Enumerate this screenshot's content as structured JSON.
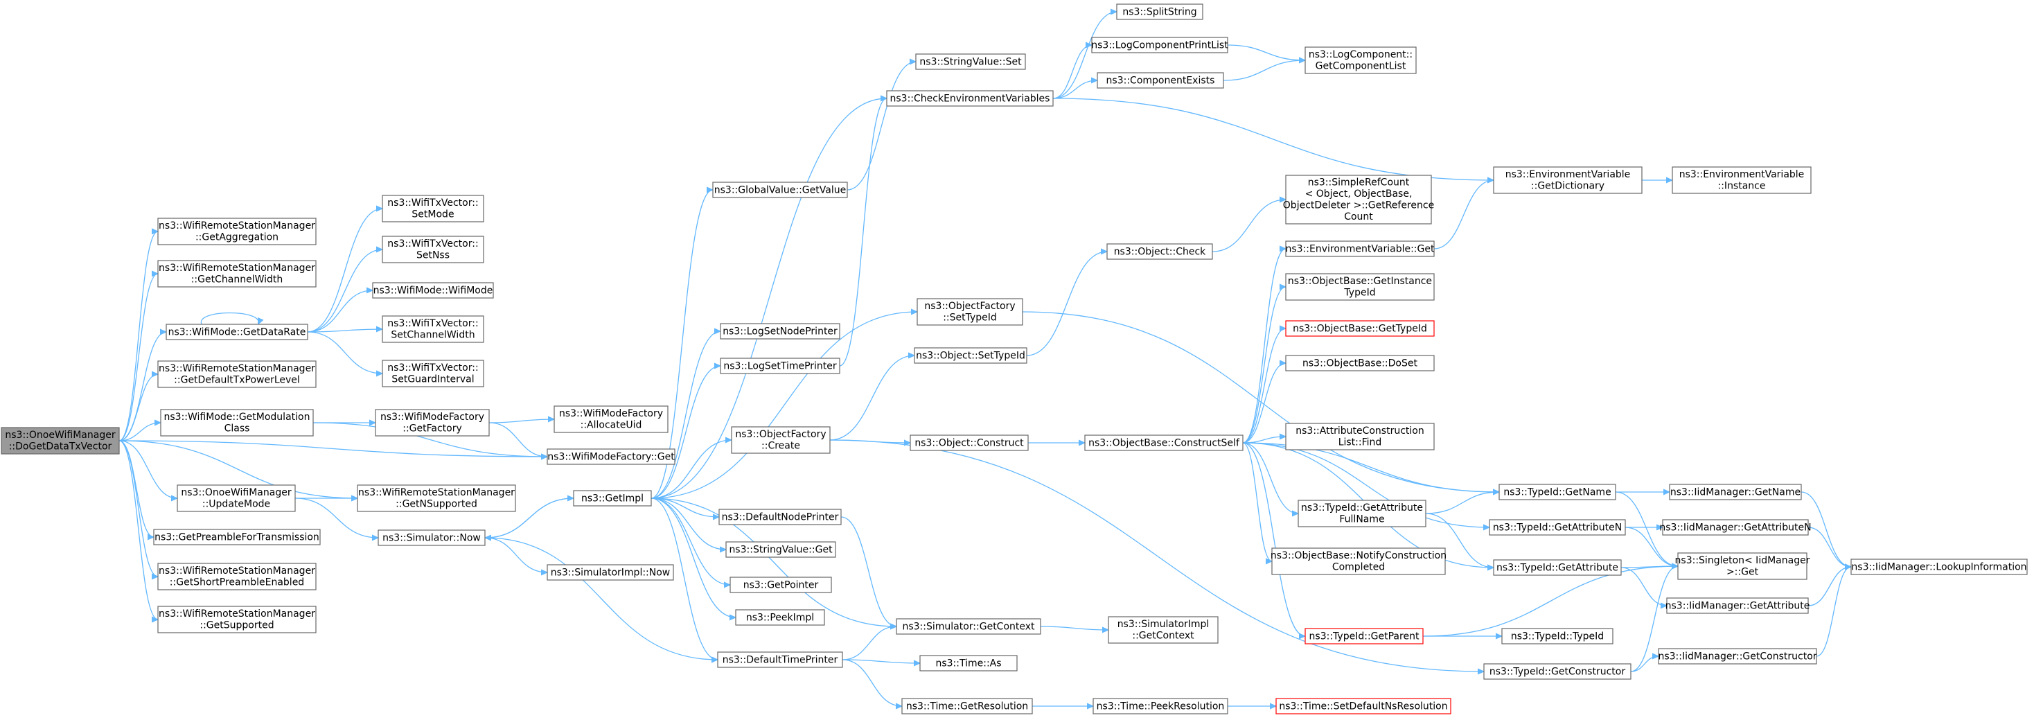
{
  "graph": {
    "colors": {
      "edge": "#63b8ff",
      "root_fill": "#999999",
      "border": "#666666",
      "highlight_border": "#ff0000"
    },
    "nodes": [
      {
        "id": "root",
        "lines": [
          "ns3::OnoeWifiManager",
          "::DoGetDataTxVector"
        ],
        "style": "root"
      },
      {
        "id": "wrsm_aggr",
        "lines": [
          "ns3::WifiRemoteStationManager",
          "::GetAggregation"
        ]
      },
      {
        "id": "wrsm_chw",
        "lines": [
          "ns3::WifiRemoteStationManager",
          "::GetChannelWidth"
        ]
      },
      {
        "id": "wm_rate",
        "lines": [
          "ns3::WifiMode::GetDataRate"
        ]
      },
      {
        "id": "wrsm_txpl",
        "lines": [
          "ns3::WifiRemoteStationManager",
          "::GetDefaultTxPowerLevel"
        ]
      },
      {
        "id": "wm_modclass",
        "lines": [
          "ns3::WifiMode::GetModulation",
          "Class"
        ]
      },
      {
        "id": "onoe_update",
        "lines": [
          "ns3::OnoeWifiManager",
          "::UpdateMode"
        ]
      },
      {
        "id": "preamble",
        "lines": [
          "ns3::GetPreambleForTransmission"
        ]
      },
      {
        "id": "wrsm_spe",
        "lines": [
          "ns3::WifiRemoteStationManager",
          "::GetShortPreambleEnabled"
        ]
      },
      {
        "id": "wrsm_sup",
        "lines": [
          "ns3::WifiRemoteStationManager",
          "::GetSupported"
        ]
      },
      {
        "id": "txv_setmode",
        "lines": [
          "ns3::WifiTxVector::",
          "SetMode"
        ]
      },
      {
        "id": "txv_setnss",
        "lines": [
          "ns3::WifiTxVector::",
          "SetNss"
        ]
      },
      {
        "id": "wm_wifimode",
        "lines": [
          "ns3::WifiMode::WifiMode"
        ]
      },
      {
        "id": "txv_setchw",
        "lines": [
          "ns3::WifiTxVector::",
          "SetChannelWidth"
        ]
      },
      {
        "id": "txv_setgi",
        "lines": [
          "ns3::WifiTxVector::",
          "SetGuardInterval"
        ]
      },
      {
        "id": "wmf_getfactory",
        "lines": [
          "ns3::WifiModeFactory",
          "::GetFactory"
        ]
      },
      {
        "id": "wmf_alloc",
        "lines": [
          "ns3::WifiModeFactory",
          "::AllocateUid"
        ]
      },
      {
        "id": "wmf_get",
        "lines": [
          "ns3::WifiModeFactory::Get"
        ]
      },
      {
        "id": "wrsm_getnsup",
        "lines": [
          "ns3::WifiRemoteStationManager",
          "::GetNSupported"
        ]
      },
      {
        "id": "sim_now",
        "lines": [
          "ns3::Simulator::Now"
        ]
      },
      {
        "id": "simimpl_now",
        "lines": [
          "ns3::SimulatorImpl::Now"
        ]
      },
      {
        "id": "getimpl",
        "lines": [
          "ns3::GetImpl"
        ]
      },
      {
        "id": "gv_getvalue",
        "lines": [
          "ns3::GlobalValue::GetValue"
        ]
      },
      {
        "id": "lognodeprinter",
        "lines": [
          "ns3::LogSetNodePrinter"
        ]
      },
      {
        "id": "logtimeprinter",
        "lines": [
          "ns3::LogSetTimePrinter"
        ]
      },
      {
        "id": "of_create",
        "lines": [
          "ns3::ObjectFactory",
          "::Create"
        ]
      },
      {
        "id": "defnodeprinter",
        "lines": [
          "ns3::DefaultNodePrinter"
        ]
      },
      {
        "id": "sv_get",
        "lines": [
          "ns3::StringValue::Get"
        ]
      },
      {
        "id": "getpointer",
        "lines": [
          "ns3::GetPointer"
        ]
      },
      {
        "id": "peekimpl",
        "lines": [
          "ns3::PeekImpl"
        ]
      },
      {
        "id": "deftimeprinter",
        "lines": [
          "ns3::DefaultTimePrinter"
        ]
      },
      {
        "id": "sv_set",
        "lines": [
          "ns3::StringValue::Set"
        ]
      },
      {
        "id": "checkenv",
        "lines": [
          "ns3::CheckEnvironmentVariables"
        ]
      },
      {
        "id": "of_settypeid",
        "lines": [
          "ns3::ObjectFactory",
          "::SetTypeId"
        ]
      },
      {
        "id": "obj_settypeid",
        "lines": [
          "ns3::Object::SetTypeId"
        ]
      },
      {
        "id": "obj_construct",
        "lines": [
          "ns3::Object::Construct"
        ]
      },
      {
        "id": "sim_getctx",
        "lines": [
          "ns3::Simulator::GetContext"
        ]
      },
      {
        "id": "time_as",
        "lines": [
          "ns3::Time::As"
        ]
      },
      {
        "id": "time_getres",
        "lines": [
          "ns3::Time::GetResolution"
        ]
      },
      {
        "id": "splitstring",
        "lines": [
          "ns3::SplitString"
        ]
      },
      {
        "id": "logcomplist",
        "lines": [
          "ns3::LogComponentPrintList"
        ]
      },
      {
        "id": "compexists",
        "lines": [
          "ns3::ComponentExists"
        ]
      },
      {
        "id": "obj_check",
        "lines": [
          "ns3::Object::Check"
        ]
      },
      {
        "id": "ob_constructself",
        "lines": [
          "ns3::ObjectBase::ConstructSelf"
        ]
      },
      {
        "id": "simimpl_getctx",
        "lines": [
          "ns3::SimulatorImpl",
          "::GetContext"
        ]
      },
      {
        "id": "time_peekres",
        "lines": [
          "ns3::Time::PeekResolution"
        ]
      },
      {
        "id": "lc_getcomplist",
        "lines": [
          "ns3::LogComponent::",
          "GetComponentList"
        ]
      },
      {
        "id": "src_getrefcount",
        "lines": [
          "ns3::SimpleRefCount",
          "< Object, ObjectBase,",
          "ObjectDeleter >::GetReference",
          "Count"
        ]
      },
      {
        "id": "ev_get",
        "lines": [
          "ns3::EnvironmentVariable::Get"
        ]
      },
      {
        "id": "ob_getinstancetid",
        "lines": [
          "ns3::ObjectBase::GetInstance",
          "TypeId"
        ]
      },
      {
        "id": "ob_gettypeid",
        "lines": [
          "ns3::ObjectBase::GetTypeId"
        ],
        "style": "red"
      },
      {
        "id": "ob_doset",
        "lines": [
          "ns3::ObjectBase::DoSet"
        ]
      },
      {
        "id": "acl_find",
        "lines": [
          "ns3::AttributeConstruction",
          "List::Find"
        ]
      },
      {
        "id": "tid_getattrfullname",
        "lines": [
          "ns3::TypeId::GetAttribute",
          "FullName"
        ]
      },
      {
        "id": "ob_notify",
        "lines": [
          "ns3::ObjectBase::NotifyConstruction",
          "Completed"
        ]
      },
      {
        "id": "tid_getparent",
        "lines": [
          "ns3::TypeId::GetParent"
        ],
        "style": "red"
      },
      {
        "id": "time_setdefns",
        "lines": [
          "ns3::Time::SetDefaultNsResolution"
        ],
        "style": "red"
      },
      {
        "id": "ev_getdict",
        "lines": [
          "ns3::EnvironmentVariable",
          "::GetDictionary"
        ]
      },
      {
        "id": "ev_instance",
        "lines": [
          "ns3::EnvironmentVariable",
          "::Instance"
        ]
      },
      {
        "id": "tid_getname",
        "lines": [
          "ns3::TypeId::GetName"
        ]
      },
      {
        "id": "tid_getattrn",
        "lines": [
          "ns3::TypeId::GetAttributeN"
        ]
      },
      {
        "id": "tid_getattr",
        "lines": [
          "ns3::TypeId::GetAttribute"
        ]
      },
      {
        "id": "tid_typeid",
        "lines": [
          "ns3::TypeId::TypeId"
        ]
      },
      {
        "id": "tid_getconstructor",
        "lines": [
          "ns3::TypeId::GetConstructor"
        ]
      },
      {
        "id": "iid_getname",
        "lines": [
          "ns3::IidManager::GetName"
        ]
      },
      {
        "id": "iid_getattrn",
        "lines": [
          "ns3::IidManager::GetAttributeN"
        ]
      },
      {
        "id": "singleton_get",
        "lines": [
          "ns3::Singleton< IidManager",
          ">::Get"
        ]
      },
      {
        "id": "iid_getattr",
        "lines": [
          "ns3::IidManager::GetAttribute"
        ]
      },
      {
        "id": "iid_getconstructor",
        "lines": [
          "ns3::IidManager::GetConstructor"
        ]
      },
      {
        "id": "iid_lookup",
        "lines": [
          "ns3::IidManager::LookupInformation"
        ]
      }
    ]
  }
}
